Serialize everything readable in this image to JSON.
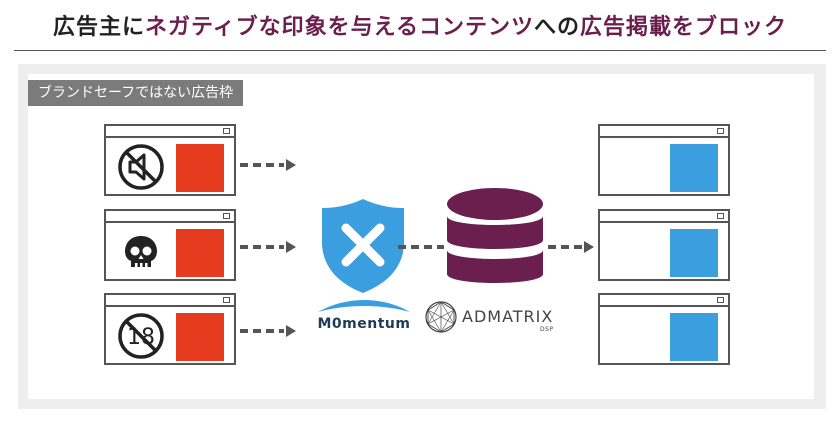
{
  "title": {
    "part1": "広告主に",
    "part2": "ネガティブな印象を与えるコンテンツ",
    "part3": "への",
    "part4": "広告掲載をブロック"
  },
  "panel_label": "ブランドセーフではない広告枠",
  "left_windows": [
    {
      "icon": "mute-speaker-icon"
    },
    {
      "icon": "skull-icon"
    },
    {
      "icon": "no-under-18-icon",
      "icon_text": "18"
    }
  ],
  "shield_icon": "shield-x-icon",
  "database_icon": "database-icon",
  "logos": {
    "momentum": "M0mentum",
    "admatrix": "ADMATRIX",
    "admatrix_sub": "DSP"
  },
  "colors": {
    "title_highlight": "#6b1f4f",
    "blocked_ad": "#e63b1f",
    "safe_ad": "#3b9ede",
    "shield": "#3b9ede",
    "database": "#6b1f4f",
    "arrow": "#555555",
    "panel_bg": "#eeeeef",
    "label_bg": "#7b7b7b"
  }
}
